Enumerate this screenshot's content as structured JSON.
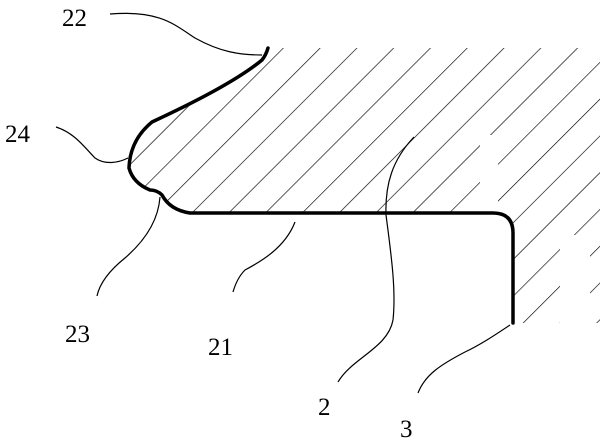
{
  "labels": {
    "l22": "22",
    "l24": "24",
    "l23": "23",
    "l21": "21",
    "l2": "2",
    "l3": "3"
  },
  "colors": {
    "ink": "#000000",
    "paper": "#ffffff"
  }
}
